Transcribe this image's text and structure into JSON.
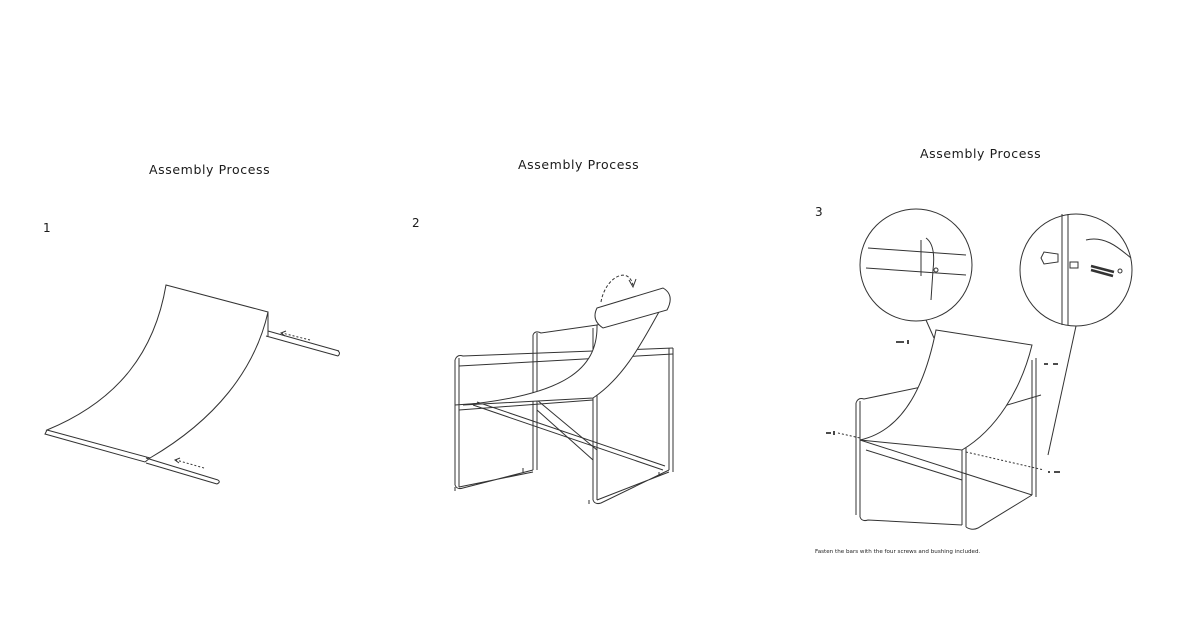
{
  "panels": [
    {
      "title": "Assembly Process",
      "step": "1"
    },
    {
      "title": "Assembly Process",
      "step": "2"
    },
    {
      "title": "Assembly Process",
      "step": "3",
      "caption": "Fasten the bars with the four screws and bushing included."
    }
  ]
}
